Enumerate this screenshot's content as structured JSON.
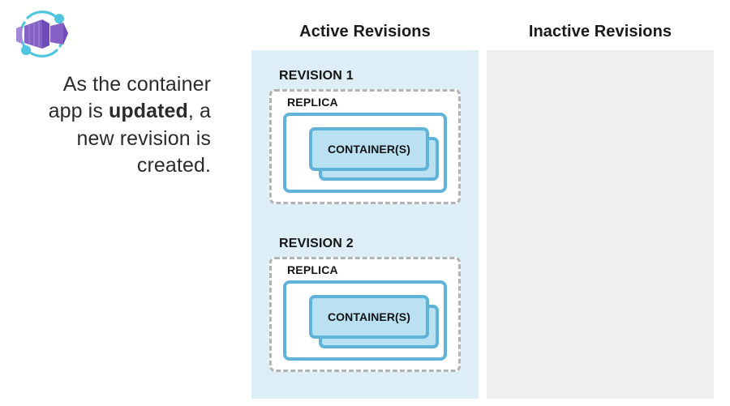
{
  "logo": {
    "name": "azure-container-apps-logo",
    "cube_color": "#8661c5",
    "cube_light": "#a288d9",
    "cube_dark": "#6f4bb8",
    "orbit_color": "#50c5e0"
  },
  "caption": {
    "line_1": "As the container",
    "line_2_pre": "app is ",
    "line_2_bold": "updated",
    "line_2_post": ", a",
    "line_3": "new revision is",
    "line_4": "created.",
    "full_text": "As the container app is updated, a new revision is created."
  },
  "columns": {
    "active": {
      "heading": "Active Revisions",
      "background": "#ddeef6"
    },
    "inactive": {
      "heading": "Inactive Revisions",
      "background": "#f0f0f0"
    }
  },
  "revisions": [
    {
      "title": "REVISION 1",
      "replica_label": "REPLICA",
      "container_label": "CONTAINER(S)",
      "container_count": 2
    },
    {
      "title": "REVISION 2",
      "replica_label": "REPLICA",
      "container_label": "CONTAINER(S)",
      "container_count": 2
    }
  ],
  "colors": {
    "accent_blue": "#5fb3d9",
    "container_fill": "#b9e1f1",
    "dashed_border": "#b3b3b3",
    "text": "#141414"
  }
}
